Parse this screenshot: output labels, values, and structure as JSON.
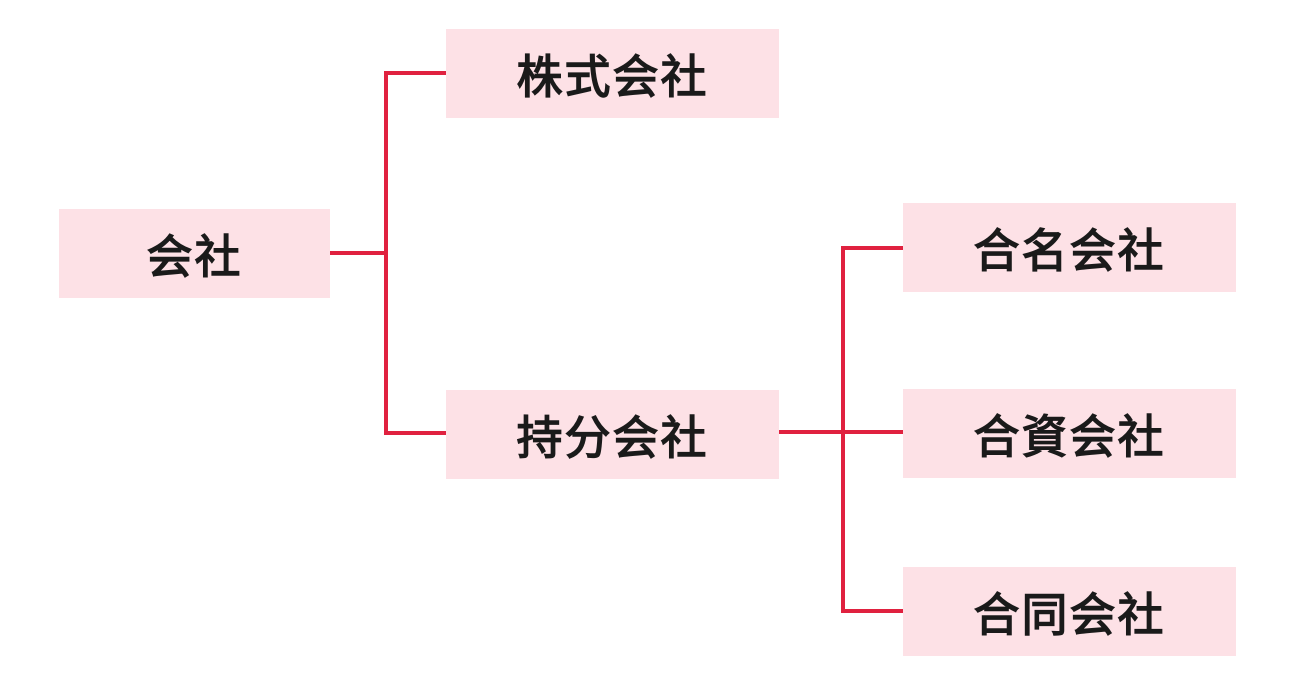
{
  "diagram": {
    "root": {
      "label": "会社"
    },
    "children": [
      {
        "label": "株式会社"
      },
      {
        "label": "持分会社",
        "children": [
          {
            "label": "合名会社"
          },
          {
            "label": "合資会社"
          },
          {
            "label": "合同会社"
          }
        ]
      }
    ],
    "colors": {
      "connector": "#e0213f",
      "node_fill": "#fde1e6",
      "text": "#1a1a1a"
    }
  }
}
